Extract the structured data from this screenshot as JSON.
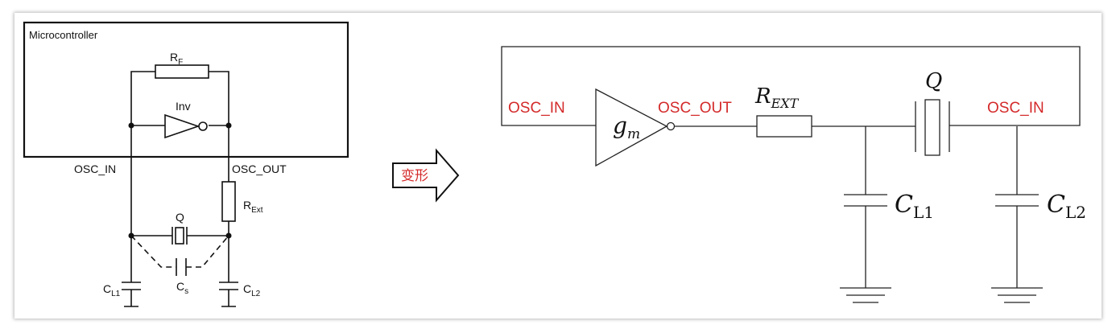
{
  "left": {
    "box_label": "Microcontroller",
    "rf_main": "R",
    "rf_sub": "F",
    "inv_label": "Inv",
    "osc_in": "OSC_IN",
    "osc_out": "OSC_OUT",
    "rext_main": "R",
    "rext_sub": "Ext",
    "q_label": "Q",
    "cl1_main": "C",
    "cl1_sub": "L1",
    "cs_main": "C",
    "cs_sub": "s",
    "cl2_main": "C",
    "cl2_sub": "L2"
  },
  "arrow": {
    "label": "变形"
  },
  "right": {
    "osc_in_left": "OSC_IN",
    "gm_main": "g",
    "gm_sub": "m",
    "osc_out": "OSC_OUT",
    "rext_main": "R",
    "rext_sub": "EXT",
    "q_label": "Q",
    "osc_in_right": "OSC_IN",
    "cl1_main": "C",
    "cl1_sub": "L1",
    "cl2_main": "C",
    "cl2_sub": "L2"
  },
  "colors": {
    "label_red": "#d42a2a",
    "arrow_fill": "#d42a2a"
  }
}
